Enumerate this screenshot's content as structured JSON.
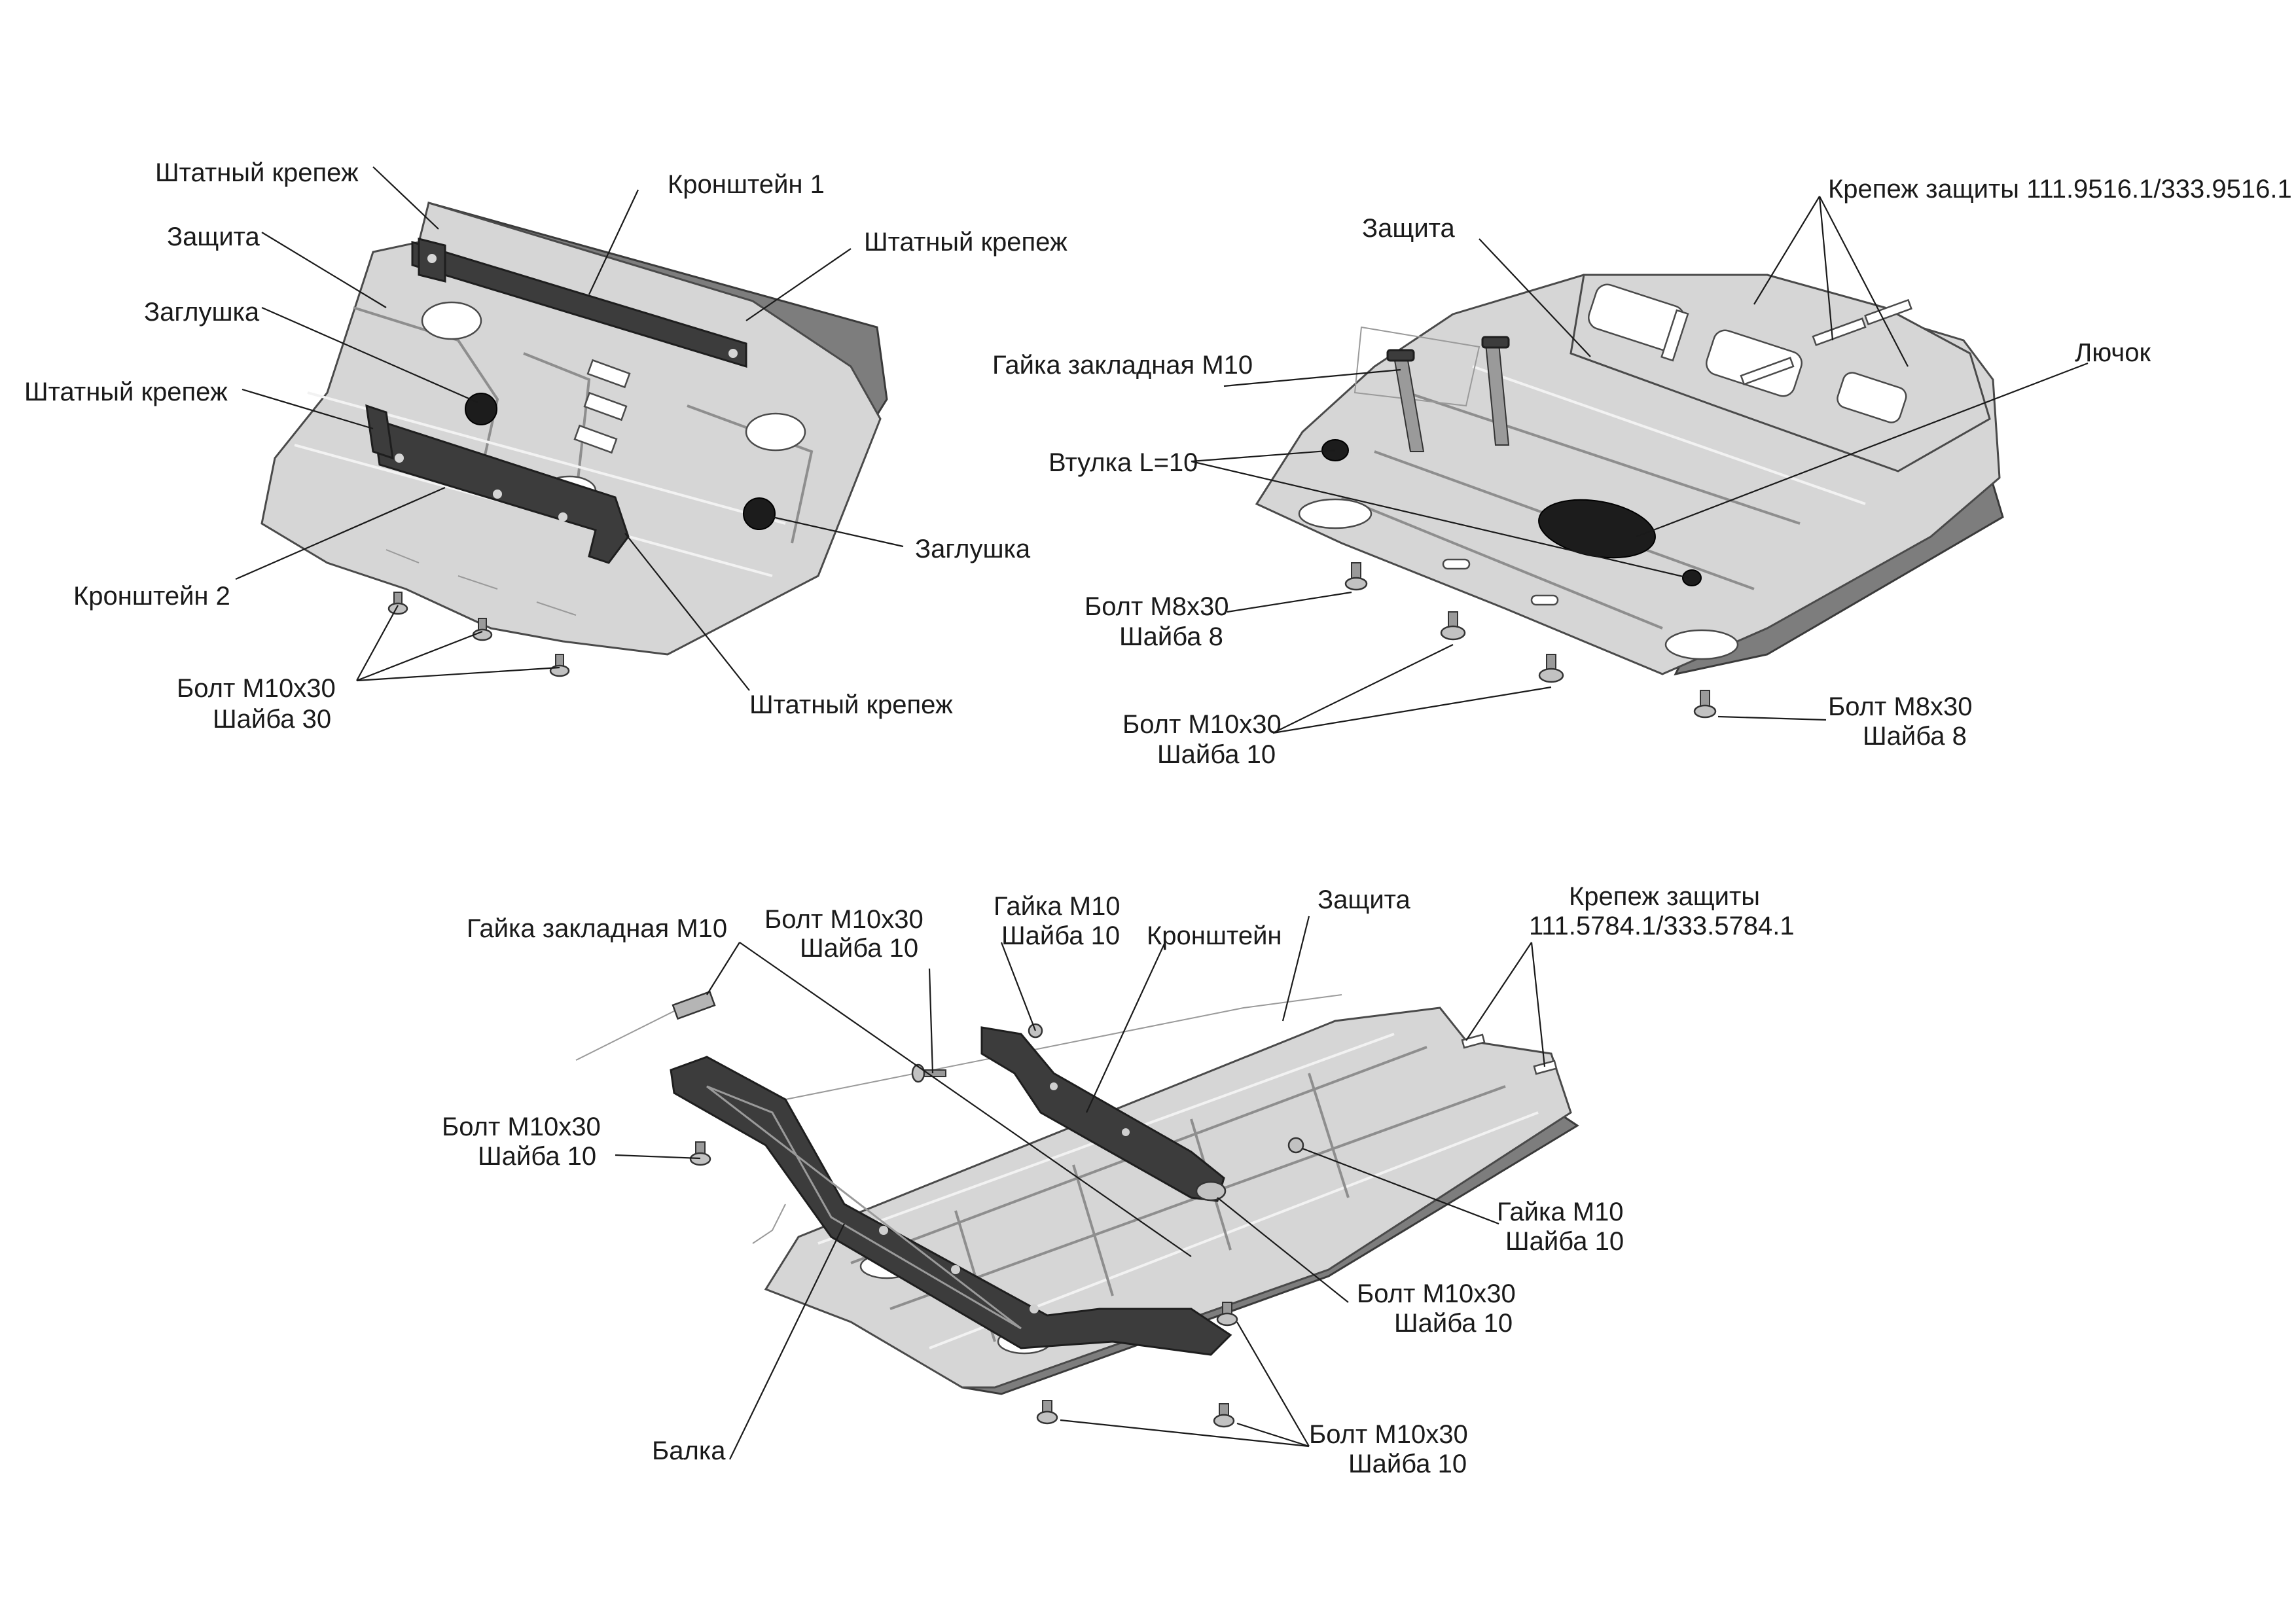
{
  "assembly_1": {
    "labels": {
      "standard_fastener_top": "Штатный крепеж",
      "bracket_1": "Кронштейн 1",
      "standard_fastener_right": "Штатный крепеж",
      "guard": "Защита",
      "plug_left": "Заглушка",
      "standard_fastener_left": "Штатный крепеж",
      "plug_right": "Заглушка",
      "bracket_2": "Кронштейн 2",
      "bolt_line_1": "Болт М10х30",
      "bolt_line_2": "Шайба 30",
      "standard_fastener_bottom": "Штатный крепеж"
    }
  },
  "assembly_2": {
    "labels": {
      "guard": "Защита",
      "guard_fasteners": "Крепеж защиты 111.9516.1/333.9516.1",
      "weld_nut": "Гайка закладная М10",
      "hatch": "Лючок",
      "bushing": "Втулка L=10",
      "bolt_m8_left_line_1": "Болт М8х30",
      "bolt_m8_left_line_2": "Шайба 8",
      "bolt_m10_line_1": "Болт М10х30",
      "bolt_m10_line_2": "Шайба 10",
      "bolt_m8_right_line_1": "Болт М8х30",
      "bolt_m8_right_line_2": "Шайба 8"
    }
  },
  "assembly_3": {
    "labels": {
      "weld_nut": "Гайка закладная М10",
      "bolt_top_line_1": "Болт М10х30",
      "bolt_top_line_2": "Шайба 10",
      "nut_top_line_1": "Гайка М10",
      "nut_top_line_2": "Шайба 10",
      "bracket": "Кронштейн",
      "guard": "Защита",
      "guard_fasteners_line_1": "Крепеж защиты",
      "guard_fasteners_line_2": "111.5784.1/333.5784.1",
      "bolt_left_line_1": "Болт М10х30",
      "bolt_left_line_2": "Шайба 10",
      "nut_right_line_1": "Гайка М10",
      "nut_right_line_2": "Шайба 10",
      "bolt_mid_line_1": "Болт М10х30",
      "bolt_mid_line_2": "Шайба 10",
      "beam": "Балка",
      "bolt_bottom_line_1": "Болт М10х30",
      "bolt_bottom_line_2": "Шайба 10"
    }
  }
}
